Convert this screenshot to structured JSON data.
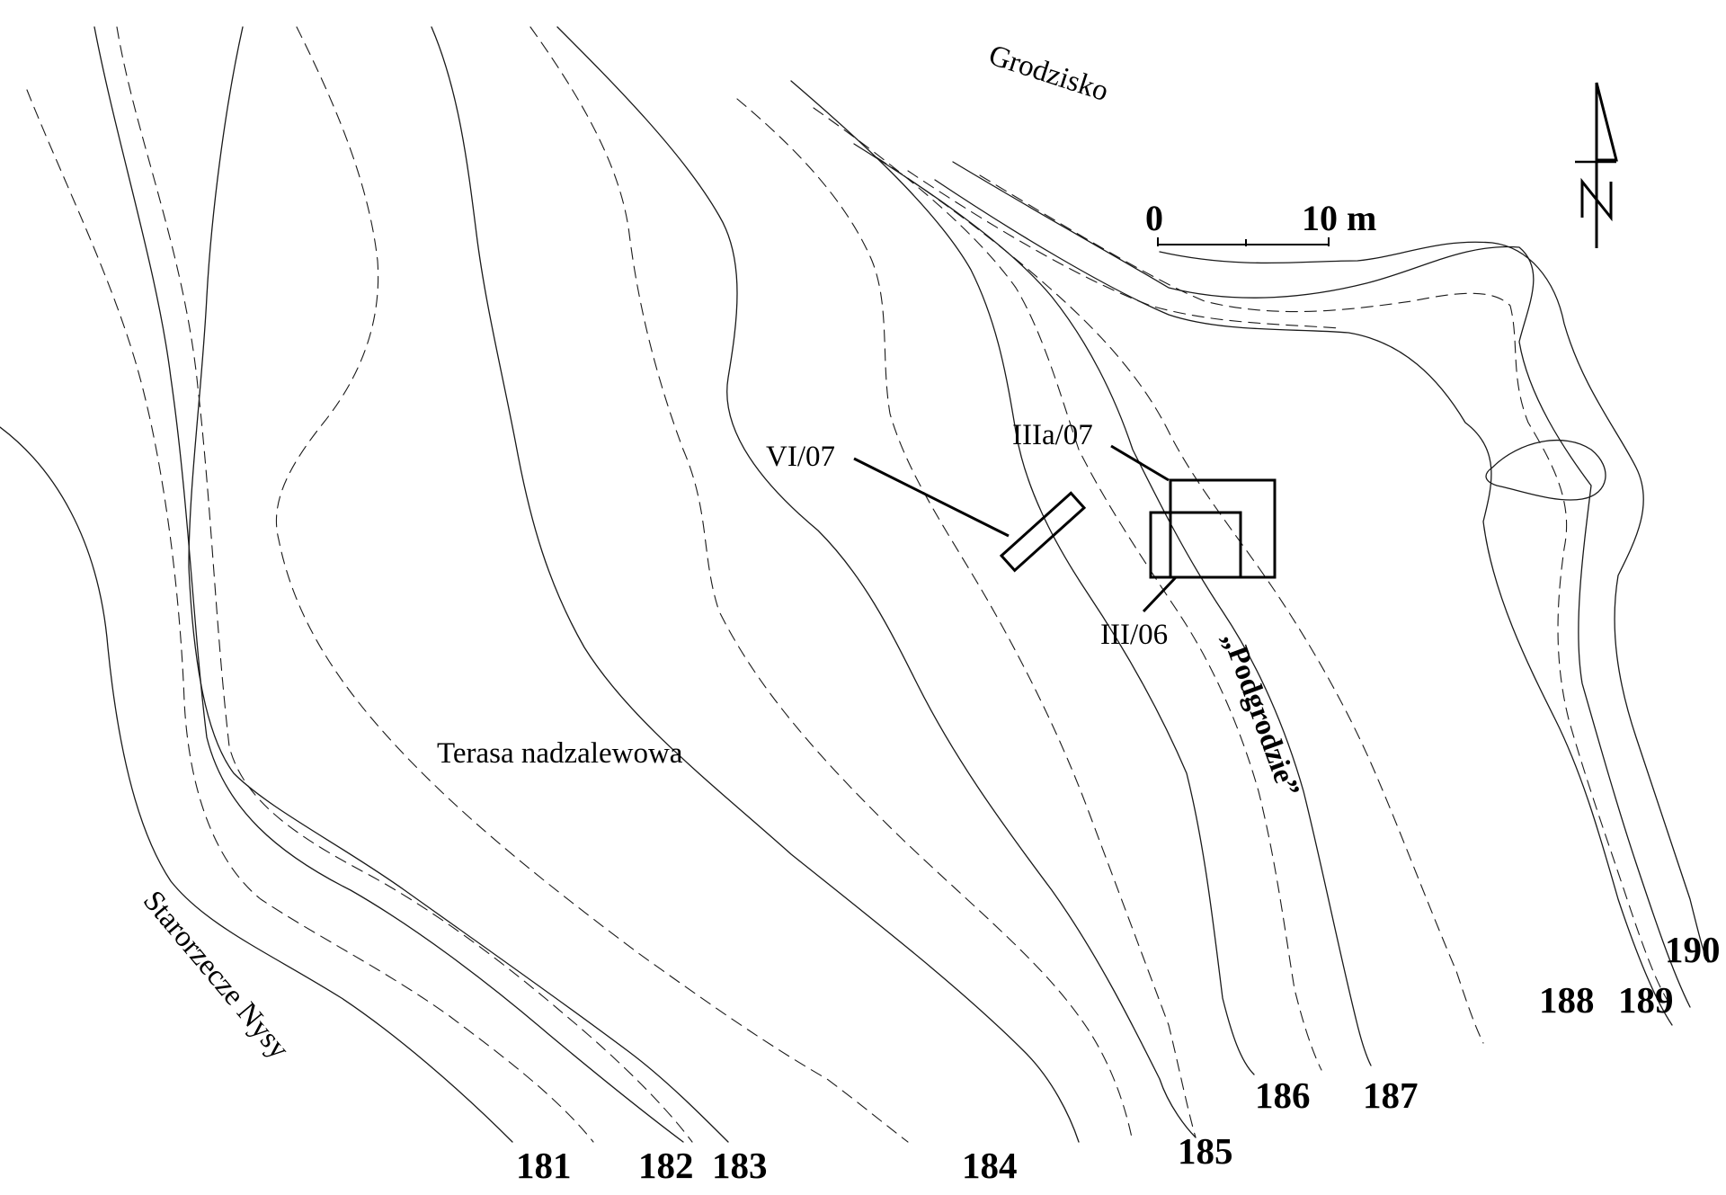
{
  "map": {
    "labels": {
      "grodzisko": "Grodzisko",
      "podgrodzie": "„Podgrodzie”",
      "terasa": "Terasa nadzalewowa",
      "starorzecze": "Starorzecze Nysy"
    },
    "trenches": {
      "vi07": "VI/07",
      "iiia07": "IIIa/07",
      "iii06": "III/06"
    },
    "scale_bar": {
      "start_label": "0",
      "end_label": "10 m"
    },
    "north_arrow": {
      "letter": "N"
    },
    "contour_elevations": {
      "c181": "181",
      "c182": "182",
      "c183": "183",
      "c184": "184",
      "c185": "185",
      "c186": "186",
      "c187": "187",
      "c188": "188",
      "c189": "189",
      "c190": "190"
    },
    "colors": {
      "ink": "#000000",
      "paper": "#ffffff"
    }
  }
}
